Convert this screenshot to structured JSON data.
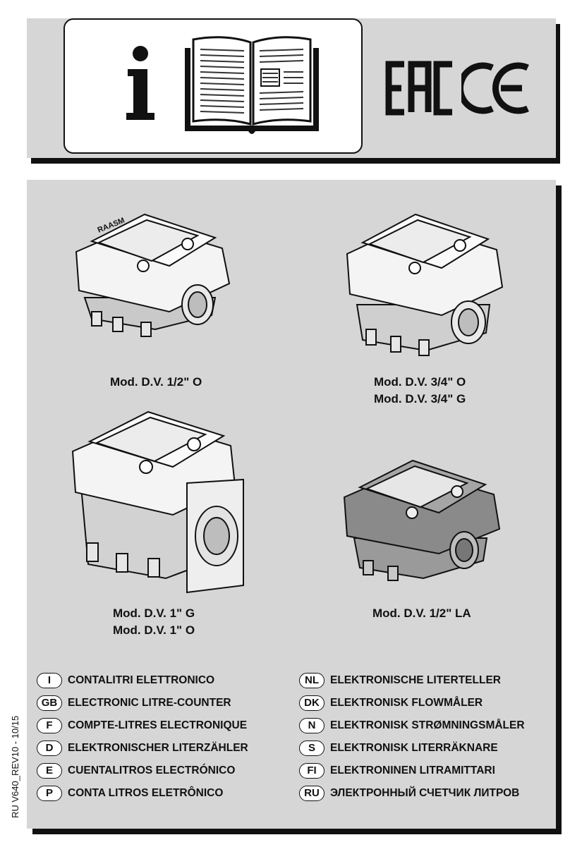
{
  "header": {
    "info_icon": "info-i-icon",
    "manual_icon": "open-book-icon",
    "certifications": [
      "EAC",
      "CE"
    ]
  },
  "products": [
    {
      "lines": [
        "Mod. D.V. 1/2\" O"
      ]
    },
    {
      "lines": [
        "Mod. D.V. 3/4\" O",
        "Mod. D.V. 3/4\" G"
      ]
    },
    {
      "lines": [
        "Mod. D.V. 1\" G",
        "Mod. D.V. 1\" O"
      ]
    },
    {
      "lines": [
        "Mod. D.V. 1/2\" LA"
      ]
    }
  ],
  "device_brand": "RAASM",
  "languages_left": [
    {
      "code": "I",
      "name": "CONTALITRI ELETTRONICO"
    },
    {
      "code": "GB",
      "name": "ELECTRONIC LITRE-COUNTER"
    },
    {
      "code": "F",
      "name": "COMPTE-LITRES ELECTRONIQUE"
    },
    {
      "code": "D",
      "name": "ELEKTRONISCHER LITERZÄHLER"
    },
    {
      "code": "E",
      "name": "CUENTALITROS ELECTRÓNICO"
    },
    {
      "code": "P",
      "name": "CONTA LITROS ELETRÔNICO"
    }
  ],
  "languages_right": [
    {
      "code": "NL",
      "name": "ELEKTRONISCHE LITERTELLER"
    },
    {
      "code": "DK",
      "name": "ELEKTRONISK FLOWMÅLER"
    },
    {
      "code": "N",
      "name": "ELEKTRONISK STRØMNINGSMÅLER"
    },
    {
      "code": "S",
      "name": "ELEKTRONISK LITERRÄKNARE"
    },
    {
      "code": "FI",
      "name": "ELEKTRONINEN LITRAMITTARI"
    },
    {
      "code": "RU",
      "name": "ЭЛЕКТРОННЫЙ СЧЕТЧИК ЛИТРОВ"
    }
  ],
  "document_code": "RU  V640_REV10 - 10/15",
  "colors": {
    "panel": "#d6d6d6",
    "frame": "#111111",
    "device_la": "#8a8a8a"
  }
}
